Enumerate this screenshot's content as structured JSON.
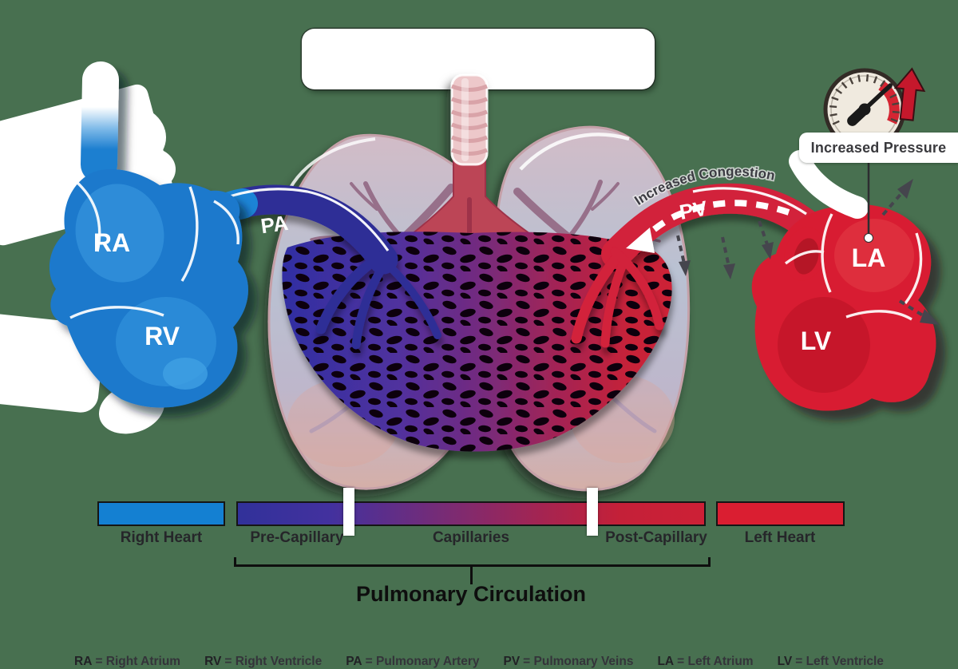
{
  "heart_labels": {
    "ra": "RA",
    "rv": "RV",
    "la": "LA",
    "lv": "LV"
  },
  "vessel_labels": {
    "pa": "PA",
    "pv": "PV"
  },
  "annotations": {
    "increased_congestion": "Increased Congestion",
    "increased_pressure": "Increased Pressure"
  },
  "flow_bar": {
    "right_heart": {
      "label": "Right Heart",
      "color": "#1480d2"
    },
    "pre_capillary": {
      "label": "Pre-Capillary",
      "color": "#31319a"
    },
    "capillaries": {
      "label": "Capillaries",
      "color": "#7c2b72"
    },
    "post_capillary": {
      "label": "Post-Capillary",
      "color": "#c9203c"
    },
    "left_heart": {
      "label": "Left Heart",
      "color": "#da1e31"
    }
  },
  "bracket": {
    "label": "Pulmonary Circulation"
  },
  "legend": {
    "items": [
      {
        "abbr": "RA",
        "name": "= Right Atrium"
      },
      {
        "abbr": "RV",
        "name": "= Right Ventricle"
      },
      {
        "abbr": "PA",
        "name": "= Pulmonary Artery"
      },
      {
        "abbr": "PV",
        "name": "= Pulmonary Veins"
      },
      {
        "abbr": "LA",
        "name": "= Left Atrium"
      },
      {
        "abbr": "LV",
        "name": "= Left Ventricle"
      }
    ]
  },
  "colors": {
    "background_green": "#487050",
    "right_heart_blue": "#1b7dd2",
    "pulmonary_artery_blue": "#2e2e96",
    "left_heart_red": "#d81e30",
    "pulmonary_vein_red": "#d2203a",
    "capillary_purple": "#7c2b72",
    "gauge_red_zone": "#d42532",
    "annotation_text": "#3a3a3e"
  }
}
